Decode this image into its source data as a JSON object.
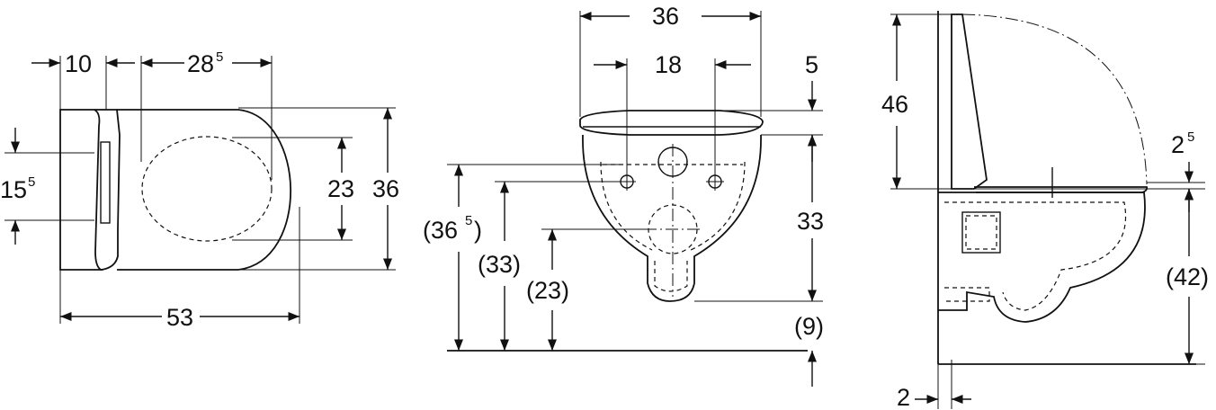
{
  "views": {
    "top": {
      "dim_10": "10",
      "dim_28_main": "28",
      "dim_28_sup": "5",
      "dim_15_main": "15",
      "dim_15_sup": "5",
      "dim_23": "23",
      "dim_36": "36",
      "dim_53": "53"
    },
    "front": {
      "dim_36": "36",
      "dim_18": "18",
      "dim_5": "5",
      "dim_33": "33",
      "dim_36_5_open": "(36",
      "dim_36_5_sup": "5",
      "dim_36_5_close": ")",
      "dim_33_paren": "(33)",
      "dim_23_paren": "(23)",
      "dim_9_paren": "(9)"
    },
    "side": {
      "dim_46": "46",
      "dim_2_5_main": "2",
      "dim_2_5_sup": "5",
      "dim_42_paren": "(42)",
      "dim_2": "2"
    }
  }
}
